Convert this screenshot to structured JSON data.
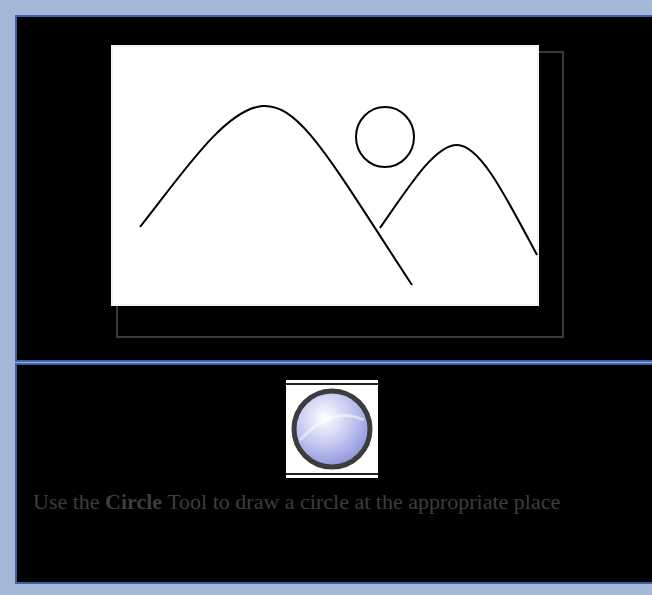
{
  "diagram": {
    "labels": [
      "Use the",
      "Circle",
      "Tool to draw a circle at the appropriate place"
    ]
  }
}
